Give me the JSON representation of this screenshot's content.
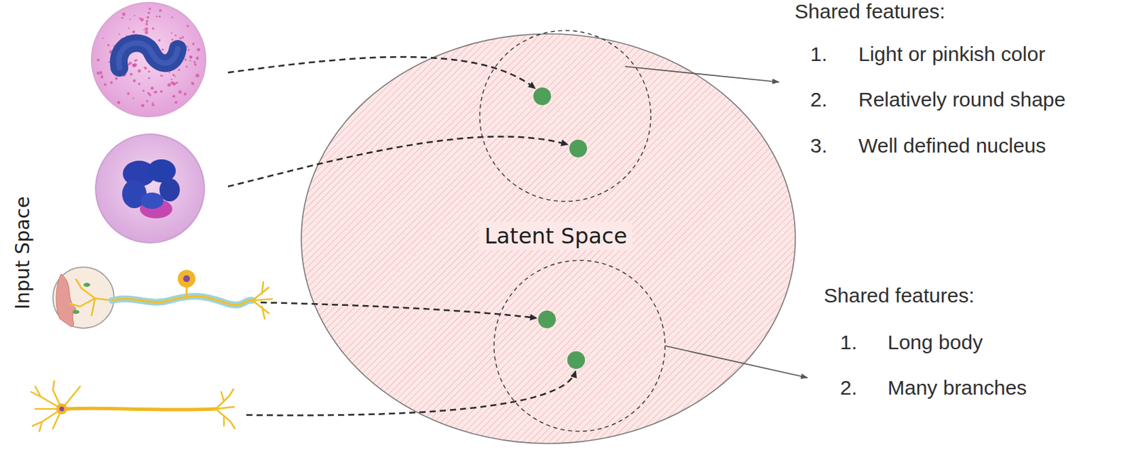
{
  "diagram": {
    "nodes": [
      {
        "text": [
          "Latent Space"
        ]
      }
    ],
    "labels": [
      "Input Space",
      "Shared features:",
      "1.",
      "Light or pinkish color",
      "2.",
      "Relatively round shape",
      "3.",
      "Well defined nucleus",
      "Shared features:",
      "1.",
      "Long body",
      "2.",
      "Many branches"
    ]
  }
}
